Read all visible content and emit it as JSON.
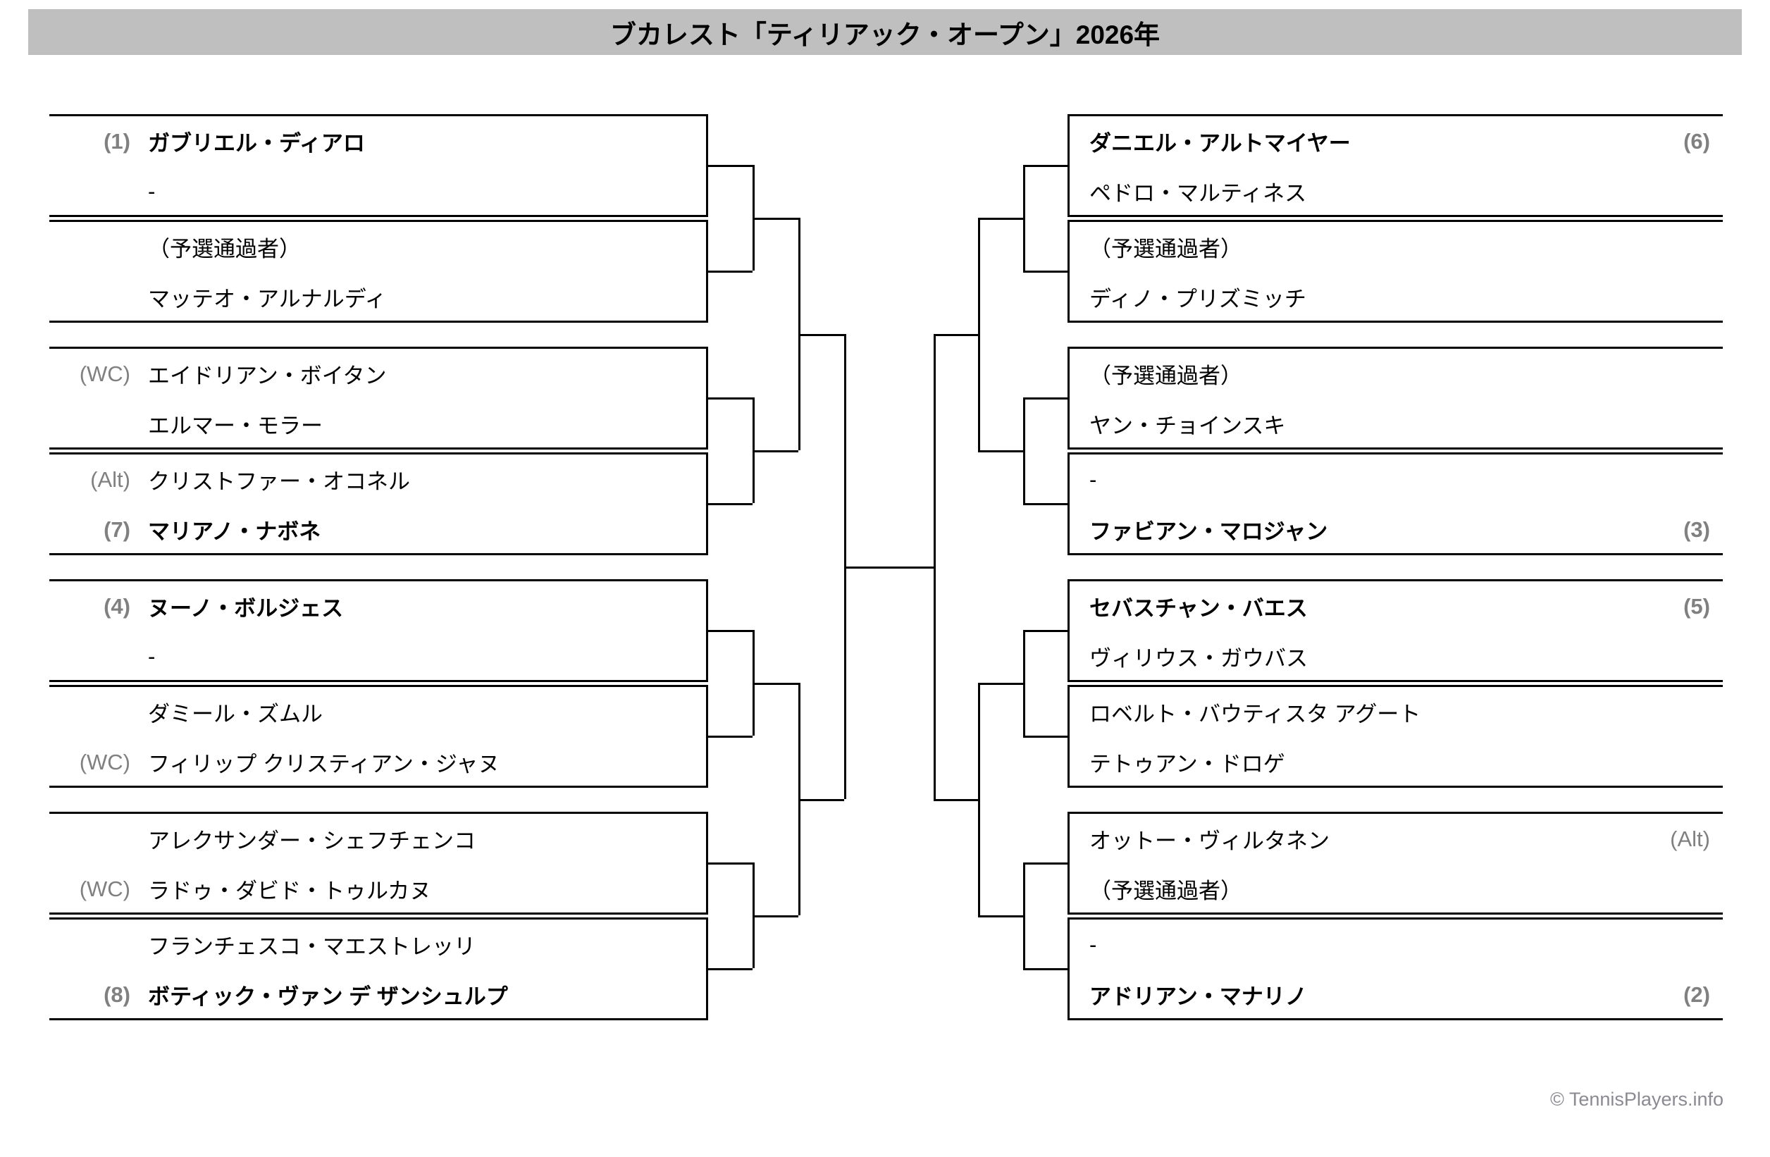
{
  "title": "ブカレスト「ティリアック・オープン」2026年",
  "footer": "© TennisPlayers.info",
  "labels": {
    "qualifier": "（予選通過者）",
    "empty": "-",
    "wildcard": "(WC)",
    "alternate": "(Alt)"
  },
  "bracket": {
    "left": [
      {
        "id": "l-m1",
        "players": [
          {
            "seed": "(1)",
            "name": "ガブリエル・ディアロ",
            "bold": true,
            "seed_bold": true
          },
          {
            "seed": "",
            "name": "-",
            "bold": false,
            "seed_bold": false
          }
        ]
      },
      {
        "id": "l-m2",
        "players": [
          {
            "seed": "",
            "name": "（予選通過者）",
            "bold": false,
            "seed_bold": false
          },
          {
            "seed": "",
            "name": "マッテオ・アルナルディ",
            "bold": false,
            "seed_bold": false
          }
        ]
      },
      {
        "id": "l-m3",
        "players": [
          {
            "seed": "(WC)",
            "name": "エイドリアン・ボイタン",
            "bold": false,
            "seed_bold": false
          },
          {
            "seed": "",
            "name": "エルマー・モラー",
            "bold": false,
            "seed_bold": false
          }
        ]
      },
      {
        "id": "l-m4",
        "players": [
          {
            "seed": "(Alt)",
            "name": "クリストファー・オコネル",
            "bold": false,
            "seed_bold": false
          },
          {
            "seed": "(7)",
            "name": "マリアノ・ナボネ",
            "bold": true,
            "seed_bold": true
          }
        ]
      },
      {
        "id": "l-m5",
        "players": [
          {
            "seed": "(4)",
            "name": "ヌーノ・ボルジェス",
            "bold": true,
            "seed_bold": true
          },
          {
            "seed": "",
            "name": "-",
            "bold": false,
            "seed_bold": false
          }
        ]
      },
      {
        "id": "l-m6",
        "players": [
          {
            "seed": "",
            "name": "ダミール・ズムル",
            "bold": false,
            "seed_bold": false
          },
          {
            "seed": "(WC)",
            "name": "フィリップ クリスティアン・ジャヌ",
            "bold": false,
            "seed_bold": false
          }
        ]
      },
      {
        "id": "l-m7",
        "players": [
          {
            "seed": "",
            "name": "アレクサンダー・シェフチェンコ",
            "bold": false,
            "seed_bold": false
          },
          {
            "seed": "(WC)",
            "name": "ラドゥ・ダビド・トゥルカヌ",
            "bold": false,
            "seed_bold": false
          }
        ]
      },
      {
        "id": "l-m8",
        "players": [
          {
            "seed": "",
            "name": "フランチェスコ・マエストレッリ",
            "bold": false,
            "seed_bold": false
          },
          {
            "seed": "(8)",
            "name": "ボティック・ヴァン デ ザンシュルプ",
            "bold": true,
            "seed_bold": true
          }
        ]
      }
    ],
    "right": [
      {
        "id": "r-m1",
        "players": [
          {
            "seed": "(6)",
            "name": "ダニエル・アルトマイヤー",
            "bold": true,
            "seed_bold": true
          },
          {
            "seed": "",
            "name": "ペドロ・マルティネス",
            "bold": false,
            "seed_bold": false
          }
        ]
      },
      {
        "id": "r-m2",
        "players": [
          {
            "seed": "",
            "name": "（予選通過者）",
            "bold": false,
            "seed_bold": false
          },
          {
            "seed": "",
            "name": "ディノ・プリズミッチ",
            "bold": false,
            "seed_bold": false
          }
        ]
      },
      {
        "id": "r-m3",
        "players": [
          {
            "seed": "",
            "name": "（予選通過者）",
            "bold": false,
            "seed_bold": false
          },
          {
            "seed": "",
            "name": "ヤン・チョインスキ",
            "bold": false,
            "seed_bold": false
          }
        ]
      },
      {
        "id": "r-m4",
        "players": [
          {
            "seed": "",
            "name": "-",
            "bold": false,
            "seed_bold": false
          },
          {
            "seed": "(3)",
            "name": "ファビアン・マロジャン",
            "bold": true,
            "seed_bold": true
          }
        ]
      },
      {
        "id": "r-m5",
        "players": [
          {
            "seed": "(5)",
            "name": "セバスチャン・バエス",
            "bold": true,
            "seed_bold": true
          },
          {
            "seed": "",
            "name": "ヴィリウス・ガウバス",
            "bold": false,
            "seed_bold": false
          }
        ]
      },
      {
        "id": "r-m6",
        "players": [
          {
            "seed": "",
            "name": "ロベルト・バウティスタ アグート",
            "bold": false,
            "seed_bold": false
          },
          {
            "seed": "",
            "name": "テトゥアン・ドロゲ",
            "bold": false,
            "seed_bold": false
          }
        ]
      },
      {
        "id": "r-m7",
        "players": [
          {
            "seed": "(Alt)",
            "name": "オットー・ヴィルタネン",
            "bold": false,
            "seed_bold": false
          },
          {
            "seed": "",
            "name": "（予選通過者）",
            "bold": false,
            "seed_bold": false
          }
        ]
      },
      {
        "id": "r-m8",
        "players": [
          {
            "seed": "",
            "name": "-",
            "bold": false,
            "seed_bold": false
          },
          {
            "seed": "(2)",
            "name": "アドリアン・マナリノ",
            "bold": true,
            "seed_bold": true
          }
        ]
      }
    ]
  },
  "colors": {
    "title_bar_bg": "#bfbfbf",
    "line": "#000000",
    "seed_text": "#808080",
    "footer_text": "#8a8a93"
  }
}
